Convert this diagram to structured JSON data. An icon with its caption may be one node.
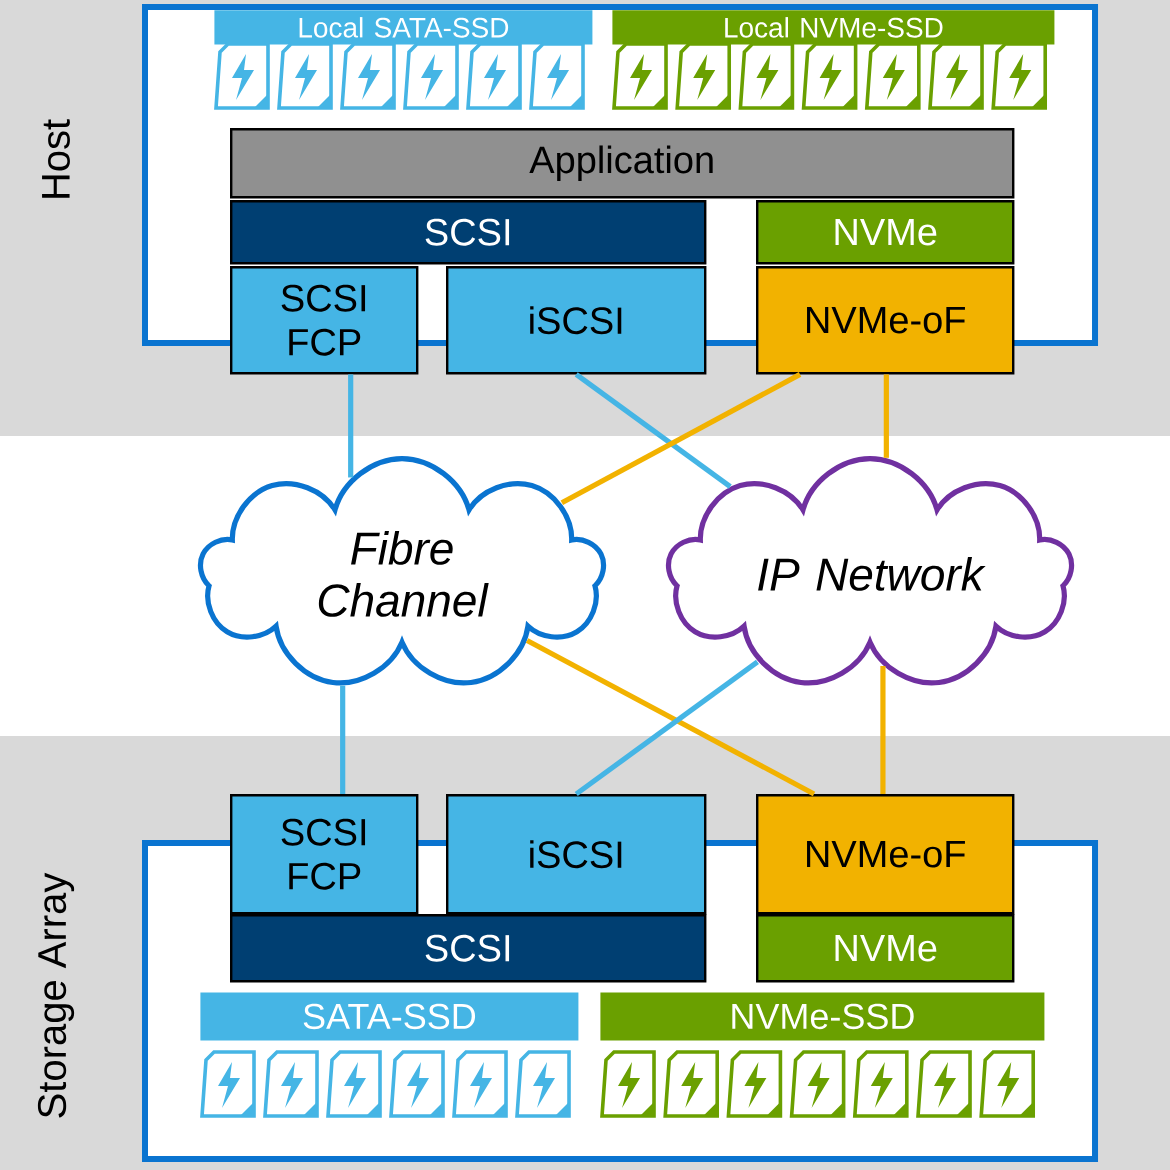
{
  "diagram": {
    "nodes": [
      {
        "text": [
          "Host"
        ]
      },
      {
        "text": [
          "Local SATA-SSD"
        ],
        "in": 0
      },
      {
        "text": [
          "Local NVMe-SSD"
        ],
        "in": 0
      },
      {
        "text": [
          "Application"
        ],
        "in": 0
      },
      {
        "text": [
          "SCSI"
        ],
        "in": 0
      },
      {
        "text": [
          "NVMe"
        ],
        "in": 0
      },
      {
        "text": [
          "SCSI FCP"
        ]
      },
      {
        "text": [
          "iSCSI"
        ]
      },
      {
        "text": [
          "NVMe-oF"
        ]
      },
      {
        "text": [
          "Fibre Channel"
        ]
      },
      {
        "text": [
          "IP Network"
        ]
      },
      {
        "text": [
          "Storage Array"
        ]
      },
      {
        "text": [
          "SCSI FCP"
        ]
      },
      {
        "text": [
          "iSCSI"
        ]
      },
      {
        "text": [
          "NVMe-oF"
        ]
      },
      {
        "text": [
          "SCSI"
        ],
        "in": 11
      },
      {
        "text": [
          "NVMe"
        ],
        "in": 11
      },
      {
        "text": [
          "SATA-SSD"
        ],
        "in": 11
      },
      {
        "text": [
          "NVMe-SSD"
        ],
        "in": 11
      }
    ],
    "edges": [
      {
        "from": 6,
        "to": 9,
        "arrow": "none",
        "color": "#45b5e5"
      },
      {
        "from": 7,
        "to": 10,
        "arrow": "none",
        "color": "#45b5e5"
      },
      {
        "from": 8,
        "to": 9,
        "arrow": "none",
        "color": "#f2b200"
      },
      {
        "from": 8,
        "to": 10,
        "arrow": "none",
        "color": "#f2b200"
      },
      {
        "from": 9,
        "to": 12,
        "arrow": "none",
        "color": "#45b5e5"
      },
      {
        "from": 9,
        "to": 14,
        "arrow": "none",
        "color": "#f2b200"
      },
      {
        "from": 10,
        "to": 13,
        "arrow": "none",
        "color": "#45b5e5"
      },
      {
        "from": 10,
        "to": 14,
        "arrow": "none",
        "color": "#f2b200"
      }
    ]
  }
}
